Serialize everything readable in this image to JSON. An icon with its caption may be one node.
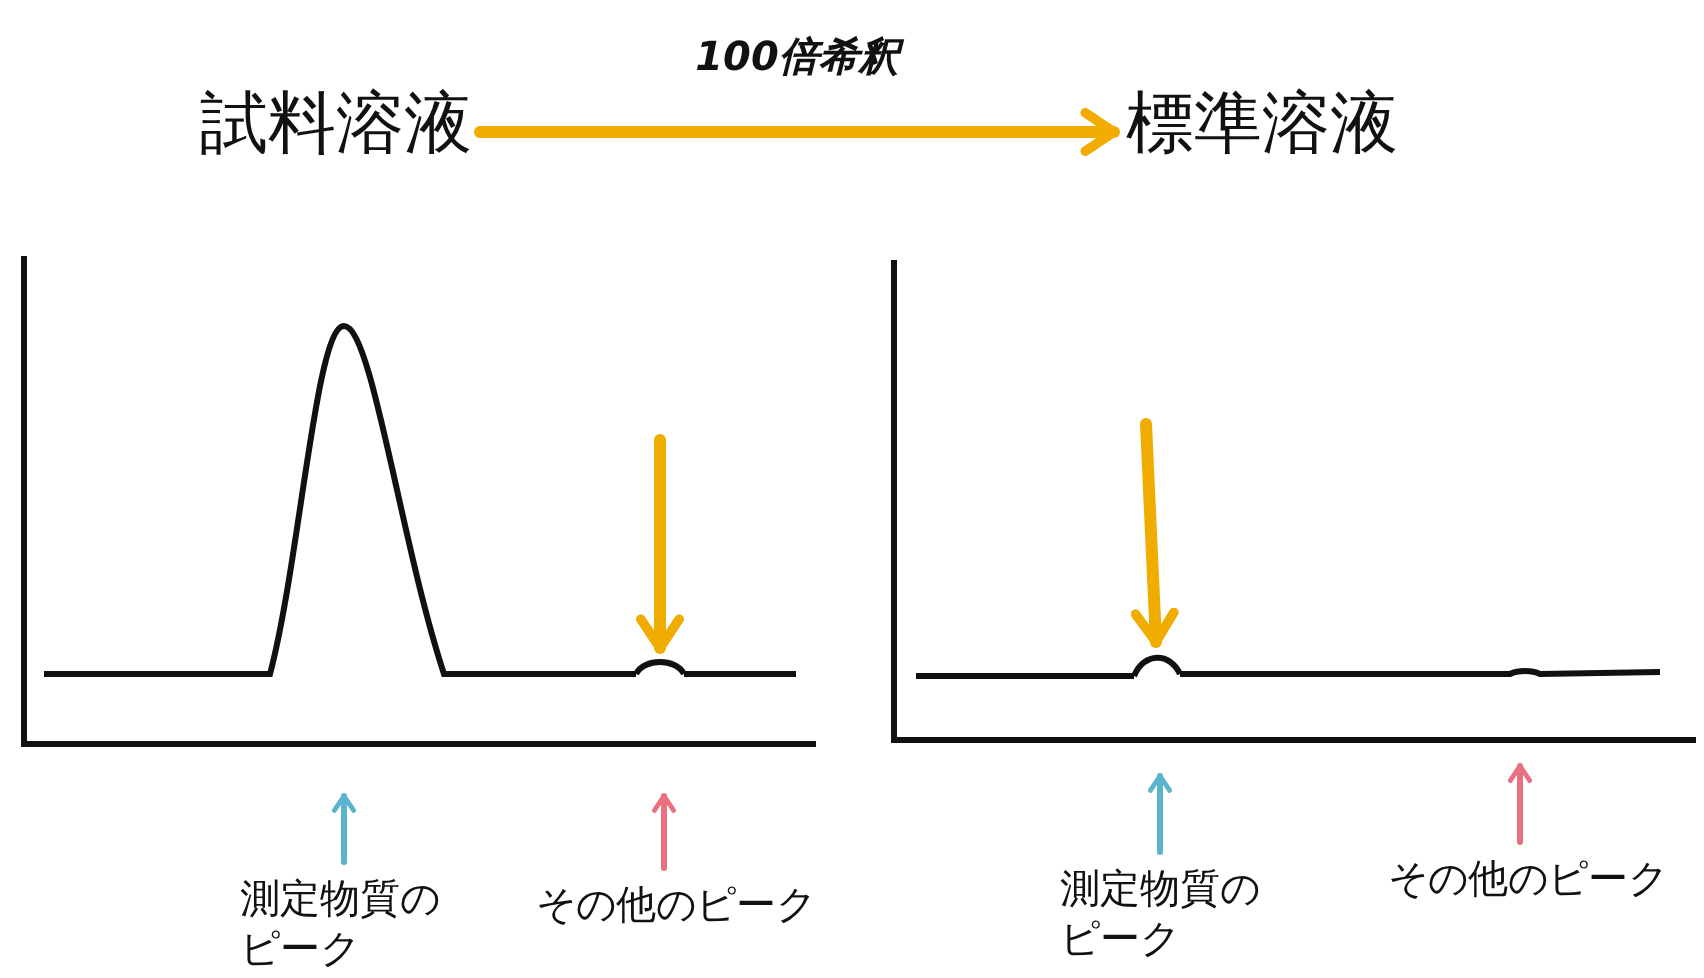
{
  "diagram": {
    "nodes": [
      {
        "text": [
          "試料溶液"
        ]
      },
      {
        "text": [
          "標準溶液"
        ]
      },
      {
        "text": [],
        "shape": "peak"
      },
      {
        "text": [],
        "shape": "peak"
      },
      {
        "text": [
          "測定物質のピーク"
        ]
      },
      {
        "text": [
          "その他のピーク"
        ]
      },
      {
        "text": [
          "測定物質のピーク"
        ]
      },
      {
        "text": [
          "その他のピーク"
        ]
      }
    ],
    "edges": [
      {
        "from": 0,
        "to": 1,
        "arrow": "to",
        "label": "100倍希釈",
        "style": "thick",
        "color": "#f0ad00"
      },
      {
        "from": null,
        "to": 2,
        "arrow": "to",
        "style": "thick",
        "color": "#f0ad00"
      },
      {
        "from": null,
        "to": 3,
        "arrow": "to",
        "style": "thick",
        "color": "#f0ad00"
      },
      {
        "from": 4,
        "to": null,
        "arrow": "to",
        "color": "#5ab4cc"
      },
      {
        "from": 5,
        "to": null,
        "arrow": "to",
        "color": "#e8707f"
      },
      {
        "from": 6,
        "to": null,
        "arrow": "to",
        "color": "#5ab4cc"
      },
      {
        "from": 7,
        "to": null,
        "arrow": "to",
        "color": "#e8707f"
      }
    ]
  }
}
